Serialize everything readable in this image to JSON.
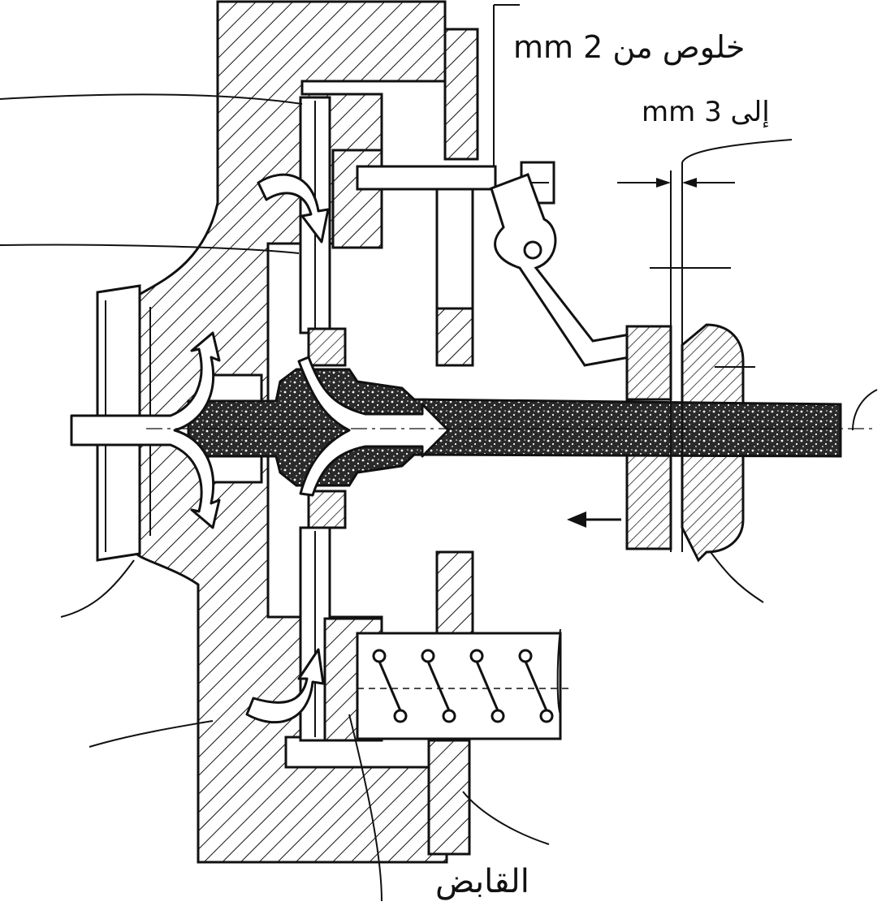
{
  "labels": {
    "clearance_line1": "خلوص من 2 mm",
    "clearance_line2": "إلى 3 mm",
    "clutch": "القابض"
  },
  "colors": {
    "ink": "#111111",
    "background": "#ffffff",
    "shaft_fill": "#2a2a2a"
  }
}
